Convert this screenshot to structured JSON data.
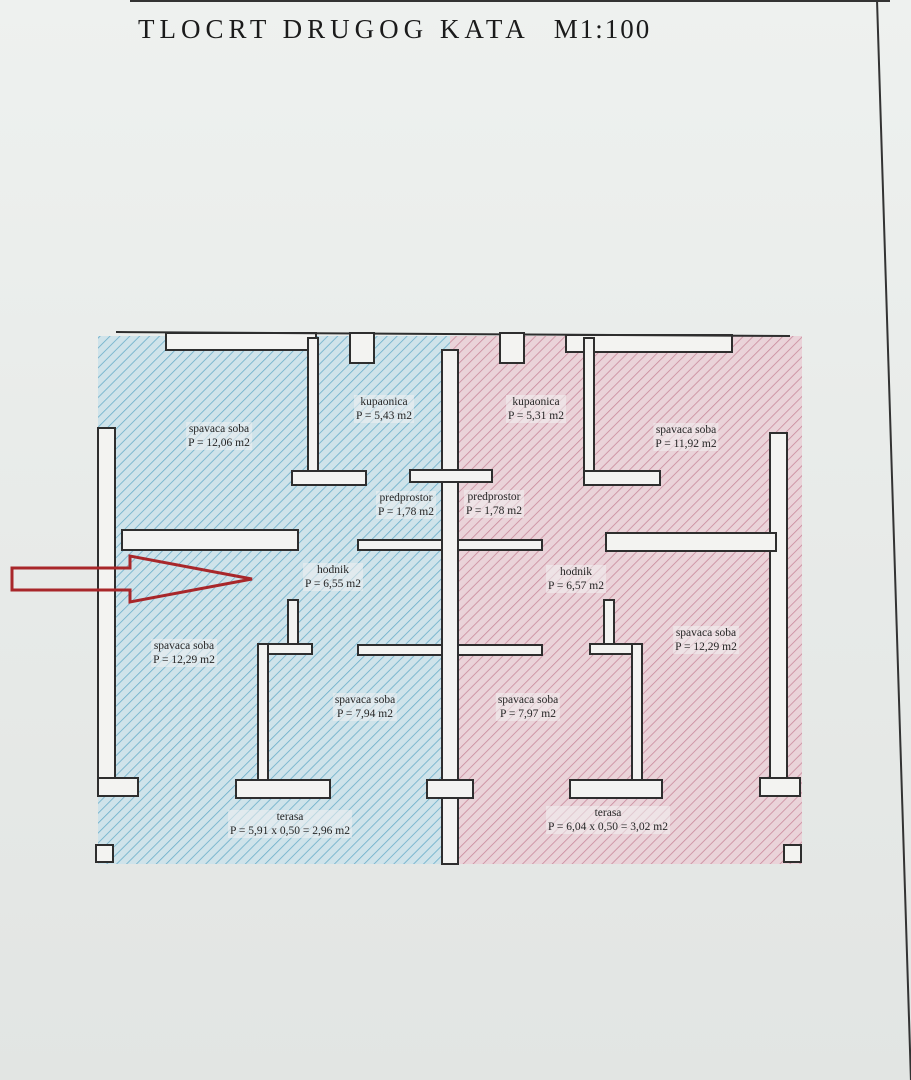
{
  "title": "TLOCRT DRUGOG KATA",
  "scale": "M1:100",
  "colors": {
    "left_unit_hatch": "#6aaec9",
    "right_unit_hatch": "#c98a9c",
    "wall": "#2e2e2e",
    "arrow": "#a8272a"
  },
  "rooms": {
    "left_bedroom_top": {
      "name": "spavaca soba",
      "area": "P = 12,06 m2"
    },
    "left_bathroom": {
      "name": "kupaonica",
      "area": "P = 5,43 m2"
    },
    "left_anteroom": {
      "name": "predprostor",
      "area": "P = 1,78 m2"
    },
    "left_hall": {
      "name": "hodnik",
      "area": "P = 6,55 m2"
    },
    "left_bedroom_mid": {
      "name": "spavaca soba",
      "area": "P = 12,29 m2"
    },
    "left_bedroom_small": {
      "name": "spavaca soba",
      "area": "P = 7,94 m2"
    },
    "left_terrace": {
      "name": "terasa",
      "area": "P = 5,91 x 0,50 = 2,96 m2"
    },
    "right_bathroom": {
      "name": "kupaonica",
      "area": "P = 5,31 m2"
    },
    "right_bedroom_top": {
      "name": "spavaca soba",
      "area": "P = 11,92 m2"
    },
    "right_anteroom": {
      "name": "predprostor",
      "area": "P = 1,78 m2"
    },
    "right_hall": {
      "name": "hodnik",
      "area": "P = 6,57 m2"
    },
    "right_bedroom_mid": {
      "name": "spavaca soba",
      "area": "P = 12,29 m2"
    },
    "right_bedroom_small": {
      "name": "spavaca soba",
      "area": "P = 7,97 m2"
    },
    "right_terrace": {
      "name": "terasa",
      "area": "P = 6,04 x 0,50 = 3,02 m2"
    }
  }
}
